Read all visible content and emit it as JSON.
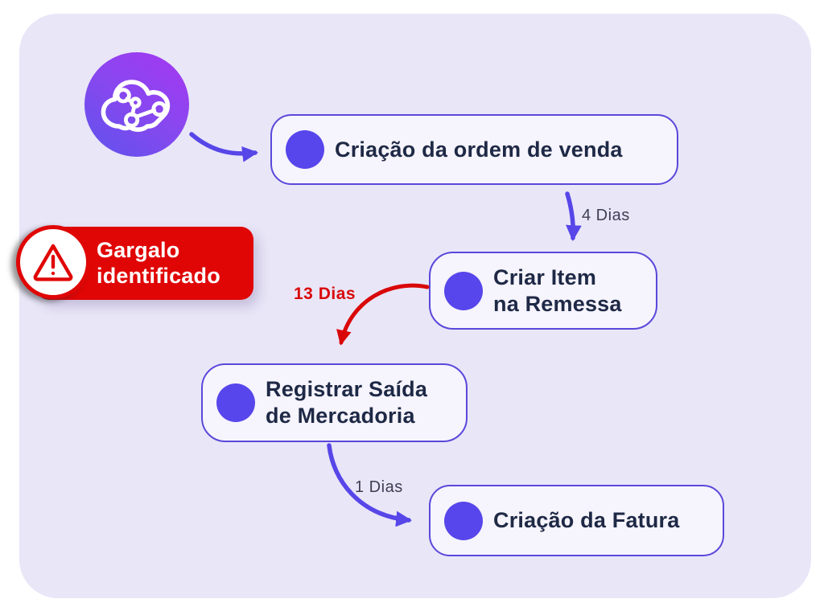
{
  "diagram": {
    "title_hint": "Order-to-invoice process flow with bottleneck",
    "source": {
      "icon": "ai-cloud-circuit-icon"
    },
    "nodes": [
      {
        "id": "node-1",
        "label": "Criação da ordem de venda"
      },
      {
        "id": "node-2",
        "label": "Criar Item\nna Remessa"
      },
      {
        "id": "node-3",
        "label": "Registrar Saída\nde Mercadoria"
      },
      {
        "id": "node-4",
        "label": "Criação da Fatura"
      }
    ],
    "edges": [
      {
        "from": "node-1",
        "to": "node-2",
        "label": "4 Dias",
        "color": "#5746E8"
      },
      {
        "from": "node-2",
        "to": "node-3",
        "label": "13 Dias",
        "color": "#D90808",
        "bottleneck": true
      },
      {
        "from": "node-3",
        "to": "node-4",
        "label": "1 Dias",
        "color": "#5746E8"
      }
    ],
    "badge": {
      "label": "Gargalo\nidentificado",
      "icon": "warning-triangle-icon",
      "color": "#E00606"
    }
  },
  "colors": {
    "canvas_background": "#E9E6F8",
    "node_fill": "#F6F4FC",
    "node_border": "#5A48DB",
    "node_dot": "#5746EB",
    "node_text": "#1E2946",
    "arrow_purple": "#5746E8",
    "arrow_red": "#D90808",
    "badge_red": "#E00606",
    "icon_gradient_start": "#A637F1",
    "icon_gradient_end": "#5E53EC"
  }
}
